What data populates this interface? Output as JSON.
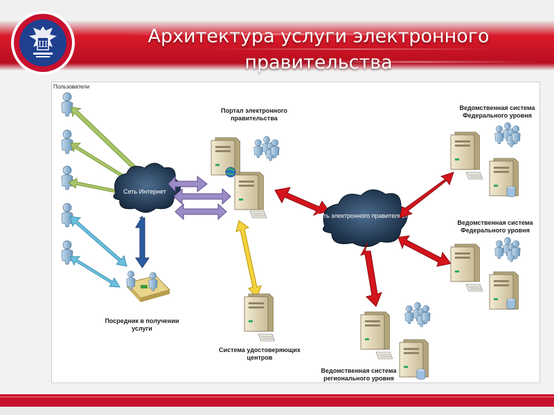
{
  "slide": {
    "title": "Архитектура услуги электронного правительства"
  },
  "diagram": {
    "users_label": "Пользователи",
    "internet_cloud_label": "Сеть Интернет",
    "portal_label": "Портал электронного правительства",
    "egov_cloud_label": "Сеть электронного правительства",
    "intermediary_label": "Посредник в получении услуги",
    "cert_system_label": "Система удостоверяющих центров",
    "federal_system_1_label": "Ведомственная система Федерального уровня",
    "federal_system_2_label": "Ведомственная система Федерального уровня",
    "regional_system_label": "Ведомственная система регионального уровня"
  },
  "colors": {
    "header_red": "#c8102e",
    "arrow_green": "#7a9a3a",
    "arrow_teal": "#4aa3c6",
    "arrow_purple": "#7a6aa8",
    "arrow_blue": "#2c5aa0",
    "arrow_yellow": "#e8c020",
    "arrow_red": "#c0141a",
    "cloud": "#1e3550"
  }
}
